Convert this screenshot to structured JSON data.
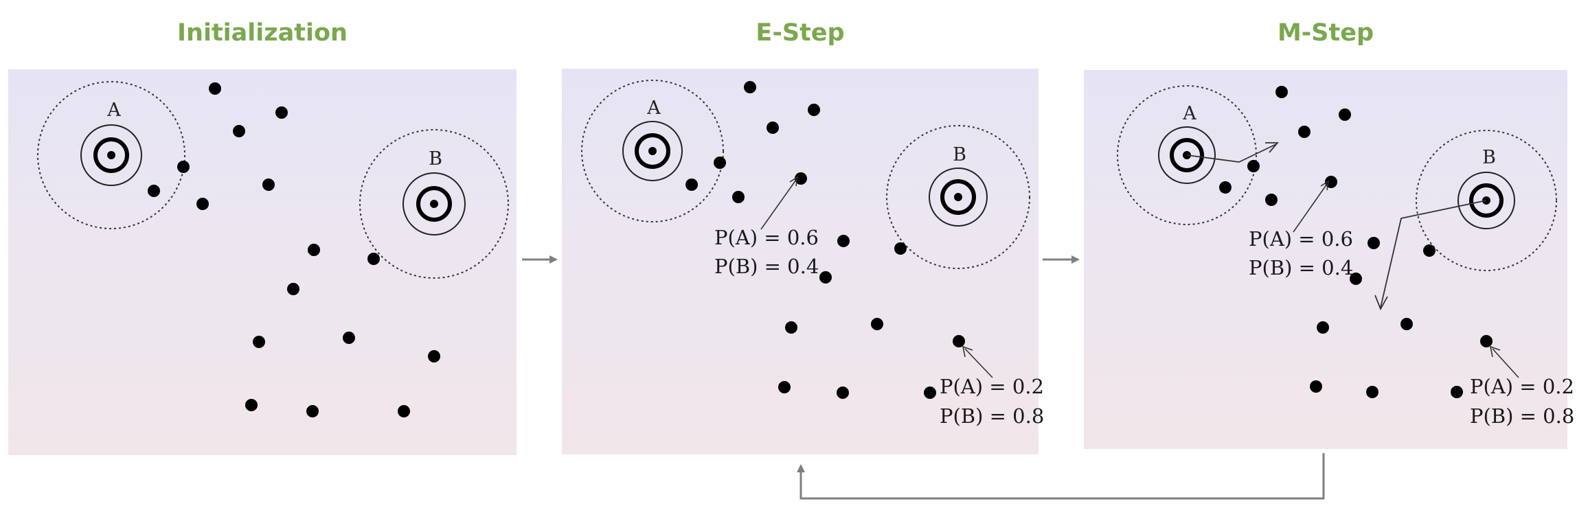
{
  "titles": {
    "init": "Initialization",
    "estep": "E-Step",
    "mstep": "M-Step",
    "color": "#7aa84e"
  },
  "clusters": {
    "a": "A",
    "b": "B"
  },
  "probabilities": {
    "point1": {
      "pa": "P(A) = 0.6",
      "pb": "P(B) = 0.4"
    },
    "point2": {
      "pa": "P(A) = 0.2",
      "pb": "P(B) = 0.8"
    }
  },
  "colors": {
    "dot": "#000000",
    "arrow": "#7f7f7f",
    "panel_top": "#e6e4f4",
    "panel_bottom": "#f1e6ea"
  }
}
